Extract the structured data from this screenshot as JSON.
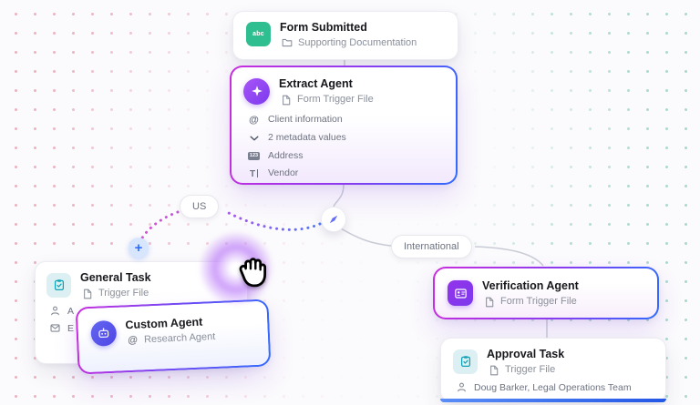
{
  "nodes": {
    "form_submitted": {
      "title": "Form Submitted",
      "subtitle": "Supporting Documentation",
      "icon_label": "abc"
    },
    "extract_agent": {
      "title": "Extract Agent",
      "subtitle": "Form Trigger File",
      "fields": [
        {
          "icon": "at-icon",
          "label": "Client information"
        },
        {
          "icon": "chevron-down-icon",
          "label": "2 metadata values"
        },
        {
          "icon": "numbers-icon",
          "label": "Address"
        },
        {
          "icon": "text-cursor-icon",
          "label": "Vendor"
        }
      ]
    },
    "general_task": {
      "title": "General Task",
      "subtitle": "Trigger File",
      "rows": [
        {
          "icon": "person-icon",
          "label": "A"
        },
        {
          "icon": "mail-icon",
          "label": "E"
        }
      ]
    },
    "custom_agent": {
      "title": "Custom Agent",
      "subtitle": "Research Agent"
    },
    "verification_agent": {
      "title": "Verification Agent",
      "subtitle": "Form Trigger File"
    },
    "approval_task": {
      "title": "Approval Task",
      "subtitle": "Trigger File",
      "assignee": "Doug Barker, Legal Operations Team"
    }
  },
  "branches": {
    "us": "US",
    "international": "International"
  },
  "controls": {
    "add_button_glyph": "+"
  },
  "icons": {
    "at_glyph": "@",
    "numbers_glyph": "123",
    "text_glyph": "T"
  },
  "colors": {
    "gradient_start": "#c92ddd",
    "gradient_end": "#2f6bff",
    "green": "#2fbe8f",
    "teal": "#0ea3b5",
    "purple": "#8b5cf6",
    "dot_pink": "#e9aebc",
    "dot_teal": "#a5d6ca"
  }
}
